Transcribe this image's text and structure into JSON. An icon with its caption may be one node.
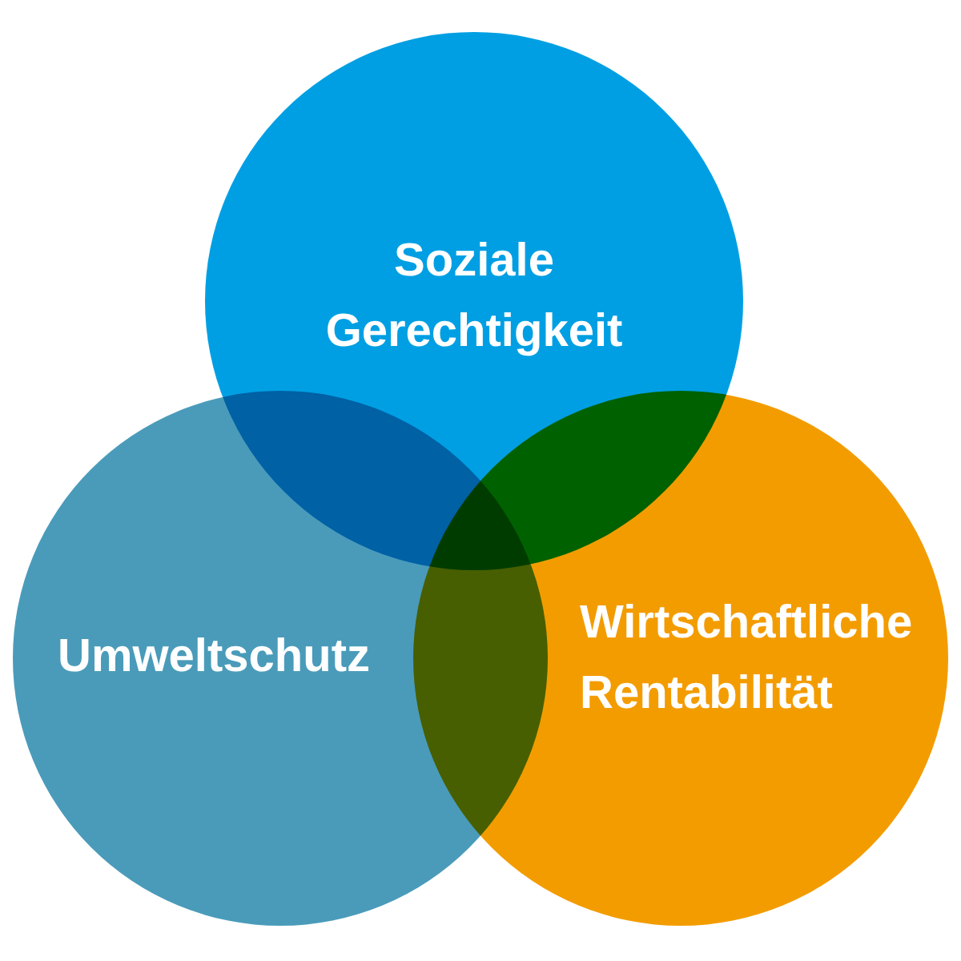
{
  "diagram": {
    "nodes": [
      {
        "text": [
          "Soziale Gerechtigkeit"
        ]
      },
      {
        "text": [
          "Umweltschutz"
        ]
      },
      {
        "text": [
          "Wirtschaftliche Rentabilität"
        ]
      }
    ]
  }
}
